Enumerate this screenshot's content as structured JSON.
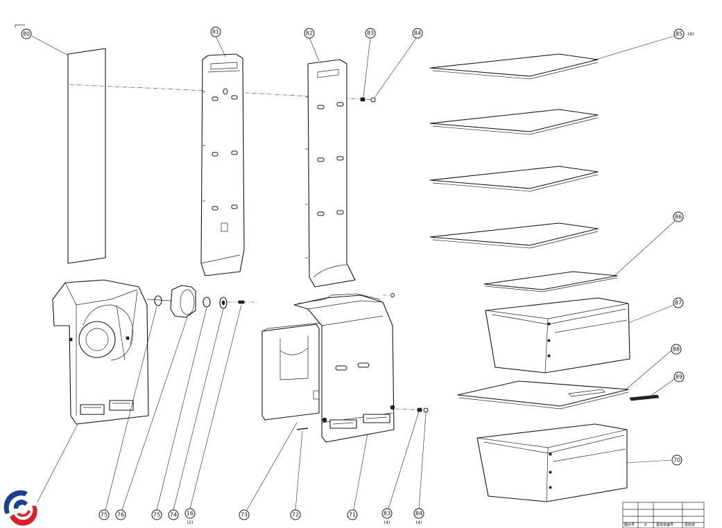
{
  "callouts": {
    "c80": "80",
    "c81": "81",
    "c82": "82",
    "c83": "83",
    "c84": "84",
    "c85": "85",
    "c86": "86",
    "c87": "87",
    "c88": "88",
    "c89": "89",
    "c70": "70",
    "c71": "71",
    "c72": "72",
    "c73": "73",
    "c16": "16",
    "c74": "74",
    "c75a": "75",
    "c76": "76",
    "c75b": "75",
    "c83b": "83",
    "c84b": "84"
  },
  "quantities": {
    "q85": "(4)",
    "q16": "(2)",
    "q83b": "(4)",
    "q84b": "(4)"
  },
  "title_block": {
    "cell_a": "图示号",
    "cell_b": "A",
    "cell_c": "更改单编号",
    "cell_d": "更改单"
  },
  "colors": {
    "logo_red": "#d8202a",
    "logo_blue": "#1b3f95",
    "line": "#111111"
  }
}
